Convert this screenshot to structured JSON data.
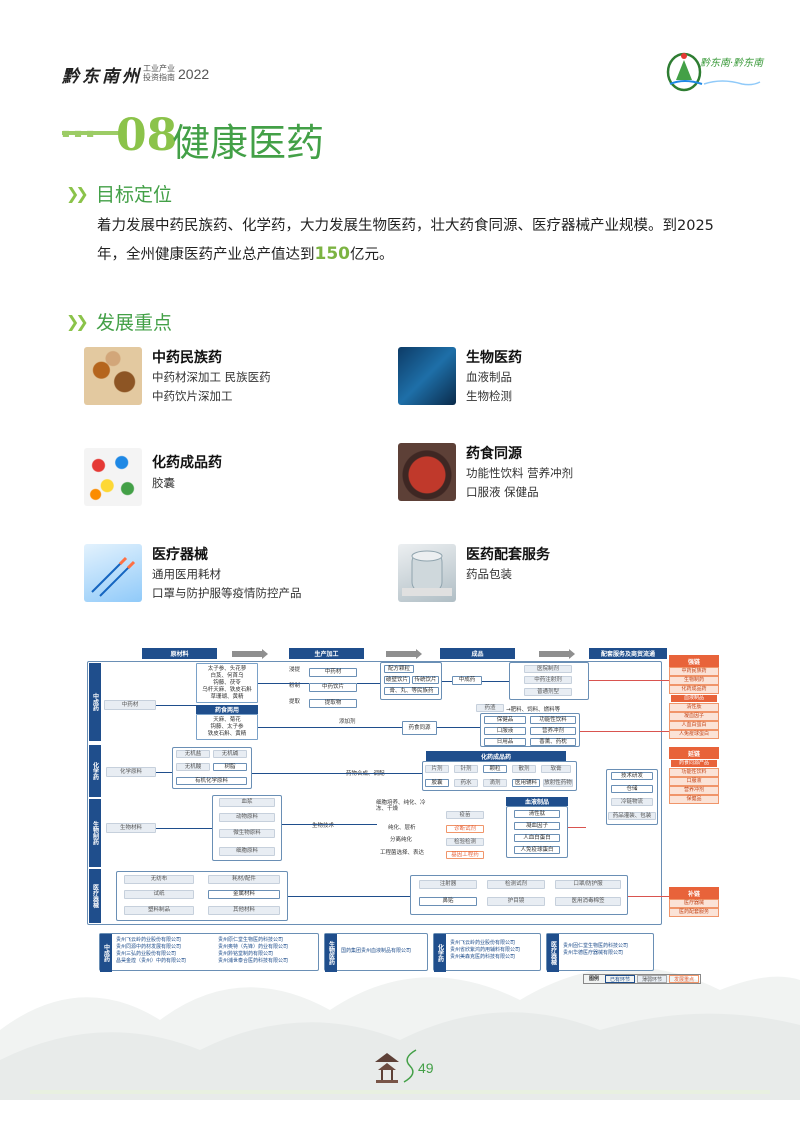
{
  "header": {
    "brand": "黔东南州",
    "sub1": "工业产业",
    "sub2": "投资指南",
    "year": "2022",
    "logo_text": "黔东南·黔东南"
  },
  "title": {
    "number": "08",
    "text": "健康医药"
  },
  "goal": {
    "heading": "目标定位",
    "para_pre": "着力发展中药民族药、化学药，大力发展生物医药，壮大药食同源、医疗器械产业规模。到2025年，全州健康医药产业总产值达到",
    "para_hl": "150",
    "para_post": "亿元。"
  },
  "focus": {
    "heading": "发展重点",
    "items": [
      {
        "title": "中药民族药",
        "lines": [
          "中药材深加工 民族医药",
          "中药饮片深加工"
        ]
      },
      {
        "title": "生物医药",
        "lines": [
          "血液制品",
          "生物检测"
        ]
      },
      {
        "title": "化药成品药",
        "lines": [
          "胶囊"
        ]
      },
      {
        "title": "药食同源",
        "lines": [
          "功能性饮料 营养冲剂",
          "口服液 保健品"
        ]
      },
      {
        "title": "医疗器械",
        "lines": [
          "通用医用耗材",
          "口罩与防护服等疫情防控产品"
        ]
      },
      {
        "title": "医药配套服务",
        "lines": [
          "药品包装"
        ]
      }
    ]
  },
  "diagram": {
    "stage_headers": [
      "原材料",
      "生产加工",
      "成品",
      "配套服务及商贸流通"
    ],
    "row_labels": [
      "中成药",
      "化学药",
      "生物制药",
      "医疗器械"
    ],
    "tcm": {
      "source": "中药材",
      "herbs_top": "太子参、头花蓼\n白芨、何首乌\n钩藤、茯苓\n乌杆天麻、铁皮石斛\n草珊瑚、黄精",
      "dual_use_title": "药食两用",
      "herbs_bottom": "天麻、菊花\n钩藤、太子参\n铁皮石斛、黄精",
      "processes": [
        "浸提",
        "粉制",
        "提取"
      ],
      "mid": [
        "中药材",
        "中药饮片",
        "提取物"
      ],
      "products": [
        "配方颗粒",
        "破壁饮片",
        "传统饮片",
        "膏、丸、等民族药"
      ],
      "chengyao": "中成药",
      "outputs": [
        "医院制剂",
        "中药注射剂",
        "普通剂型"
      ],
      "waste": "药渣",
      "waste_out": "→肥料、饲料、燃料等",
      "additive": "添加剂",
      "food_homology": "药食同源",
      "food_items": [
        "保健品",
        "功能性饮料",
        "口服液",
        "营养冲剂",
        "日用品",
        "香薰、药枕"
      ]
    },
    "chem": {
      "source": "化学原料",
      "inputs": [
        "无机盐",
        "无机碱",
        "无机酸",
        "树脂",
        "有机化学原料"
      ],
      "process": "药物合成、调配",
      "title": "化药成品药",
      "items": [
        "片剂",
        "针剂",
        "颗粒",
        "散剂",
        "软膏",
        "胶囊",
        "药水",
        "滴剂",
        "医用辅料",
        "放射性药物"
      ]
    },
    "bio": {
      "source": "生物材料",
      "inputs": [
        "血浆",
        "动物原料",
        "微生物原料",
        "细胞原料"
      ],
      "process": "生物技术",
      "steps": [
        "细胞培养、纯化、冷冻、干燥",
        "纯化、层析",
        "分离纯化",
        "工程菌选择、表达"
      ],
      "outputs": [
        "疫苗",
        "诊断试剂",
        "检验检测",
        "基因工程药"
      ],
      "blood_title": "血液制品",
      "blood_items": [
        "清性肽",
        "凝血因子",
        "人血白蛋白",
        "人免疫球蛋白"
      ]
    },
    "device": {
      "inputs": [
        "无纺布",
        "耗材/配件",
        "试纸",
        "金属材料",
        "塑料制品",
        "其他材料"
      ],
      "outputs": [
        "注射器",
        "检测试剂",
        "口罩/防护服",
        "鼻贴",
        "护目镜",
        "医用消毒棉签"
      ]
    },
    "side": {
      "strong_title": "强链",
      "strong_items": [
        "中药民族药",
        "生物制药",
        "化药成品药"
      ],
      "strong_sub": "血液制品",
      "strong_sub_items": [
        "清性肽",
        "凝血因子",
        "人血白蛋白",
        "人免疫球蛋白"
      ],
      "extend_title": "延链",
      "extend_sub": "药食同源产品",
      "extend_items": [
        "功能性饮料",
        "口服液",
        "营养冲剂",
        "保健品"
      ],
      "supp_title": "补链",
      "supp_items": [
        "医疗器械",
        "医药配套服务"
      ],
      "services": [
        "技术研发",
        "仓储",
        "冷链物流",
        "药品灌装、包装"
      ]
    },
    "firms": {
      "tcm_label": "中成药",
      "tcm_a": [
        "贵州飞云岭药业股份有限公司",
        "贵州同源中药材发展有限公司",
        "贵州三弘药业股份有限公司",
        "昌昊金煌（贵州）中药有限公司"
      ],
      "tcm_b": [
        "贵州原仁堂生物医药科技公司",
        "贵州奥特（先锋）药业有限公司",
        "贵州黔铭堂制药有限公司",
        "贵州浦世泰合医药科技有限公司"
      ],
      "bio_label": "生物医药",
      "bio": [
        "国药集团贵州血液制品有限公司"
      ],
      "chem_label": "化学药",
      "chem": [
        "贵州飞云岭药业股份有限公司",
        "贵州省欣紫鸿药用辅料有限公司",
        "贵州美森克医药科技有限公司"
      ],
      "device_label": "医疗器械",
      "device": [
        "贵州固仁堂生物医药科技公司",
        "贵州华德医疗器械有限公司"
      ]
    },
    "legend": {
      "title": "图例",
      "items": [
        "已有环节",
        "薄弱环节",
        "发展重点"
      ]
    }
  },
  "page_number": "49"
}
